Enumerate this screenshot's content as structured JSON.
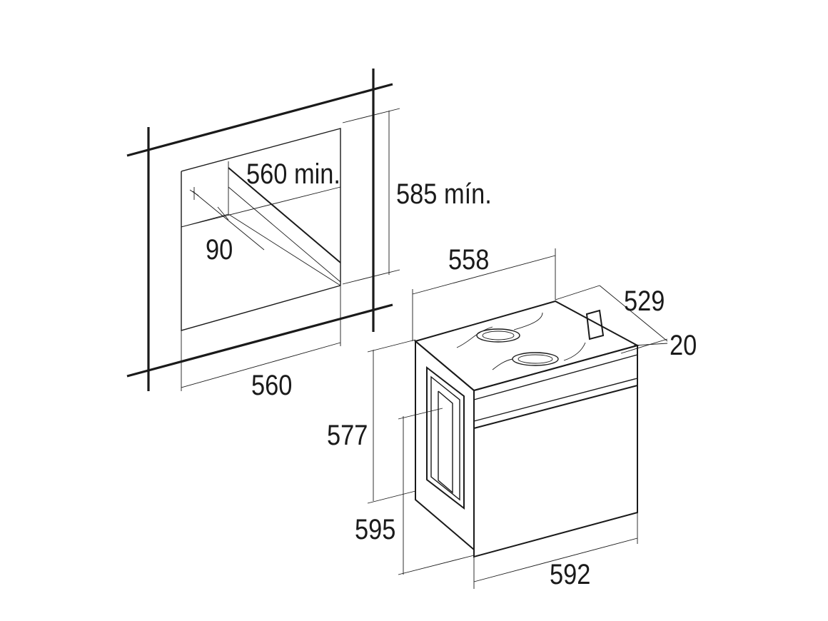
{
  "diagram": {
    "cabinet": {
      "dim_width_min": "560 min.",
      "dim_height_min": "585 mín.",
      "dim_vent": "90",
      "dim_width": "560"
    },
    "oven": {
      "dim_top_width": "558",
      "dim_depth": "529",
      "dim_front": "20",
      "dim_body_height": "577",
      "dim_total_height": "595",
      "dim_front_width": "592"
    }
  }
}
